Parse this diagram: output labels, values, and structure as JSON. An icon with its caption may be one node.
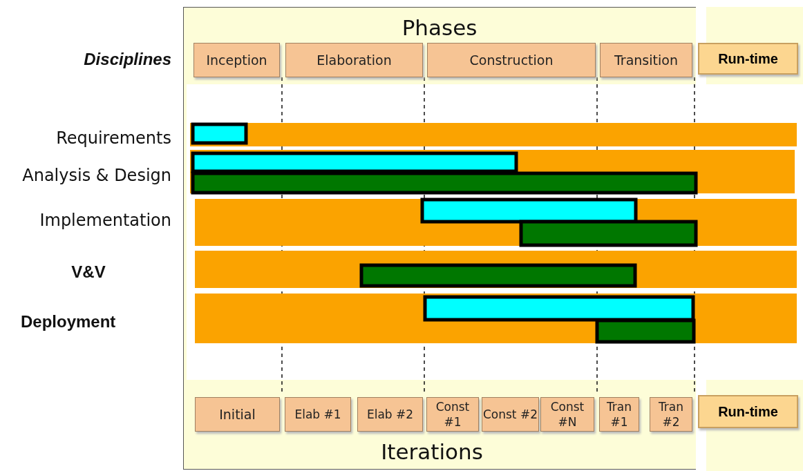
{
  "diagram": {
    "nodes": [
      {
        "text": [
          "Inception"
        ]
      },
      {
        "text": [
          "Elaboration"
        ]
      },
      {
        "text": [
          "Construction"
        ]
      },
      {
        "text": [
          "Transition"
        ]
      },
      {
        "text": [
          "Run-time"
        ]
      },
      {
        "text": [
          "Initial"
        ]
      },
      {
        "text": [
          "Elab #1"
        ]
      },
      {
        "text": [
          "Elab #2"
        ]
      },
      {
        "text": [
          "Const #1"
        ]
      },
      {
        "text": [
          "Const #2"
        ]
      },
      {
        "text": [
          "Const #N"
        ]
      },
      {
        "text": [
          "Tran #1"
        ]
      },
      {
        "text": [
          "Tran #2"
        ]
      },
      {
        "text": [
          "Run-time"
        ]
      }
    ],
    "labels": [
      "Phases",
      "Disciplines",
      "Requirements",
      "Analysis & Design",
      "Implementation",
      "V&V",
      "Deployment",
      "Iterations"
    ]
  }
}
